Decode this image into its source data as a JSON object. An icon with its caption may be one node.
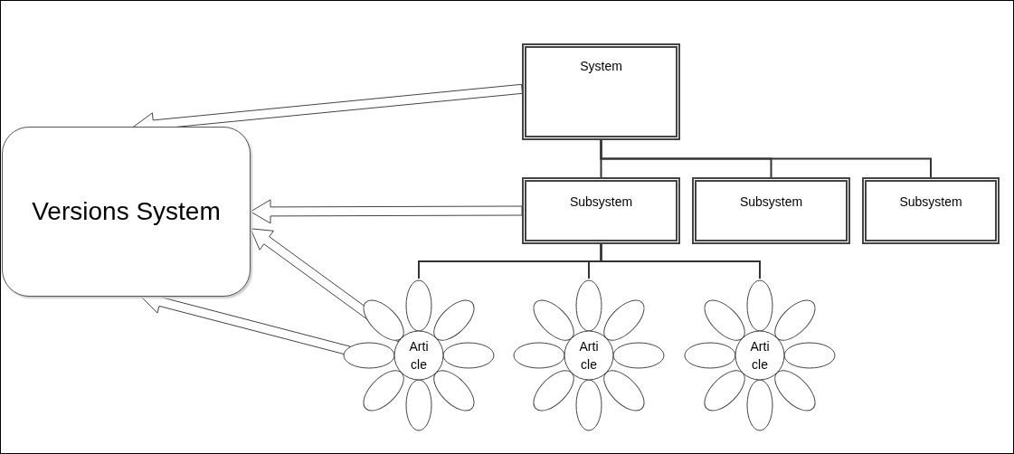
{
  "diagram": {
    "nodes": [
      {
        "text": [
          "Versions System"
        ]
      },
      {
        "text": [
          "System"
        ]
      },
      {
        "text": [
          "Subsystem"
        ]
      },
      {
        "text": [
          "Subsystem"
        ]
      },
      {
        "text": [
          "Subsystem"
        ]
      },
      {
        "text": [
          "Arti cle"
        ]
      },
      {
        "text": [
          "Arti cle"
        ]
      },
      {
        "text": [
          "Arti cle"
        ]
      }
    ],
    "edges": [
      {
        "from": 1,
        "to": 0,
        "arrow": "to",
        "style": "thick"
      },
      {
        "from": 2,
        "to": 0,
        "arrow": "to",
        "style": "thick"
      },
      {
        "from": 5,
        "to": 0,
        "arrow": "to",
        "style": "thick"
      },
      {
        "from": 5,
        "to": 0,
        "arrow": "to",
        "style": "thick"
      },
      {
        "from": 1,
        "to": 2,
        "arrow": "none"
      },
      {
        "from": 1,
        "to": 3,
        "arrow": "none"
      },
      {
        "from": 1,
        "to": 4,
        "arrow": "none"
      },
      {
        "from": 2,
        "to": 5,
        "arrow": "none"
      },
      {
        "from": 2,
        "to": 6,
        "arrow": "none"
      },
      {
        "from": 2,
        "to": 7,
        "arrow": "none"
      }
    ]
  }
}
